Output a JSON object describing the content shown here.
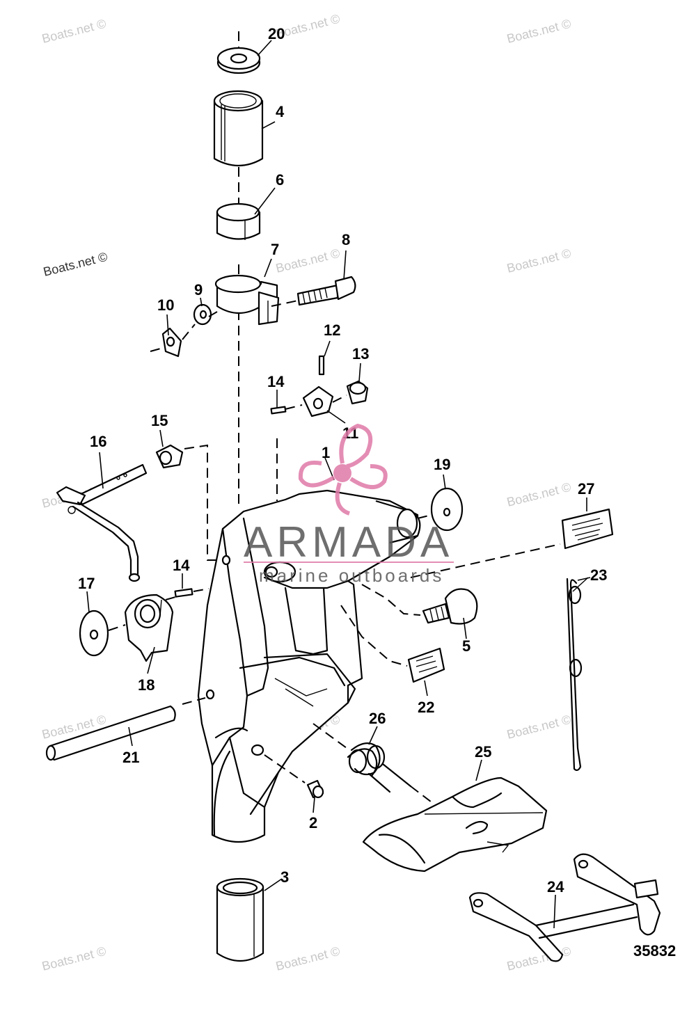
{
  "diagram": {
    "number": "35832",
    "watermark": "Boats.net ©",
    "brand": {
      "name": "ARMADA",
      "tagline": "marine outboards",
      "accent_color": "#e07aa8",
      "icon": "propeller-logo-icon"
    },
    "parts": [
      {
        "id": "1",
        "label": "1"
      },
      {
        "id": "2",
        "label": "2"
      },
      {
        "id": "3",
        "label": "3"
      },
      {
        "id": "4",
        "label": "4"
      },
      {
        "id": "5",
        "label": "5"
      },
      {
        "id": "6",
        "label": "6"
      },
      {
        "id": "7",
        "label": "7"
      },
      {
        "id": "8",
        "label": "8"
      },
      {
        "id": "9",
        "label": "9"
      },
      {
        "id": "10",
        "label": "10"
      },
      {
        "id": "11",
        "label": "11"
      },
      {
        "id": "12",
        "label": "12"
      },
      {
        "id": "13",
        "label": "13"
      },
      {
        "id": "14a",
        "label": "14"
      },
      {
        "id": "14b",
        "label": "14"
      },
      {
        "id": "15",
        "label": "15"
      },
      {
        "id": "16",
        "label": "16"
      },
      {
        "id": "17",
        "label": "17"
      },
      {
        "id": "18",
        "label": "18"
      },
      {
        "id": "19",
        "label": "19"
      },
      {
        "id": "20",
        "label": "20"
      },
      {
        "id": "21",
        "label": "21"
      },
      {
        "id": "22",
        "label": "22"
      },
      {
        "id": "23",
        "label": "23"
      },
      {
        "id": "24",
        "label": "24"
      },
      {
        "id": "25",
        "label": "25"
      },
      {
        "id": "26",
        "label": "26"
      },
      {
        "id": "27",
        "label": "27"
      }
    ]
  }
}
